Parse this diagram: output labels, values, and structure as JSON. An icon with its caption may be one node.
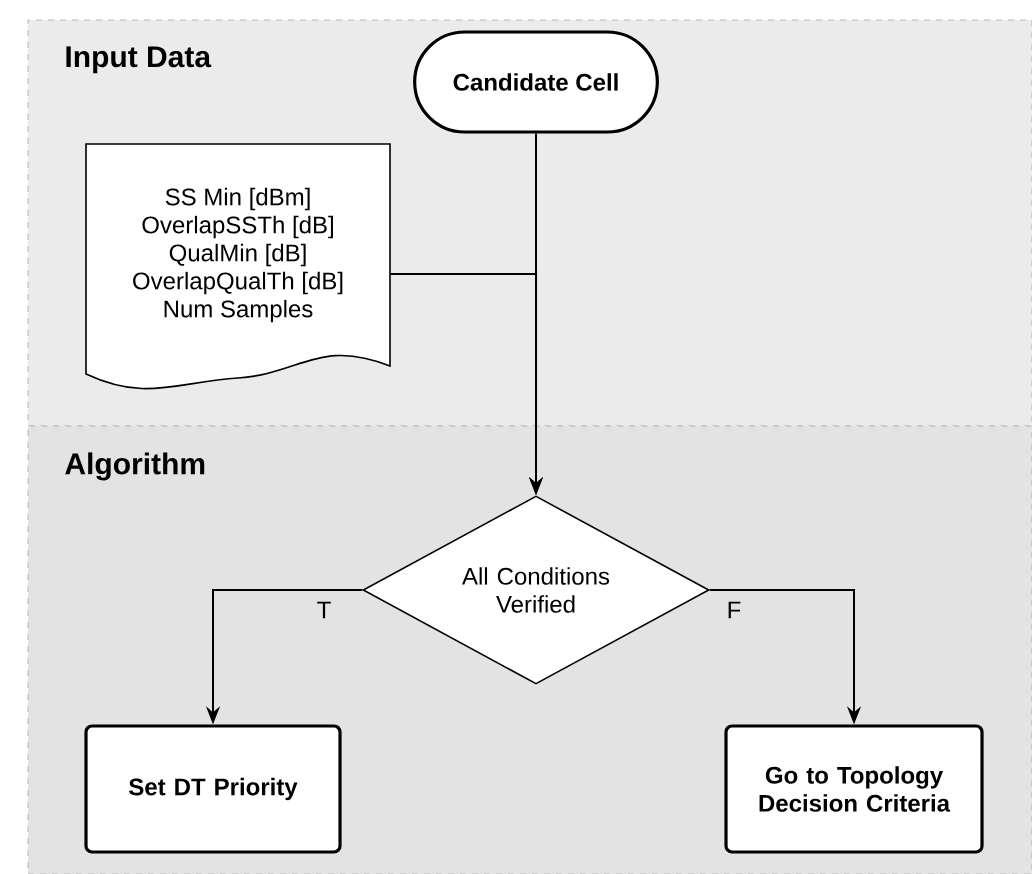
{
  "diagram": {
    "nodes": [
      {
        "text": [
          "Input Data"
        ]
      },
      {
        "text": [
          "Candidate Cell"
        ],
        "in": 0
      },
      {
        "text": [
          "SS Min [dBm]",
          "OverlapSSTh [dB]",
          "QualMin [dB]",
          "OverlapQualTh [dB]",
          "Num Samples"
        ],
        "in": 0
      },
      {
        "text": [
          "Algorithm"
        ]
      },
      {
        "text": [
          "All Conditions Verified"
        ],
        "in": 3
      },
      {
        "text": [
          "Set DT Priority"
        ],
        "in": 3
      },
      {
        "text": [
          "Go to Topology Decision Criteria"
        ],
        "in": 3
      }
    ],
    "edges": [
      {
        "from": 1,
        "to": 4,
        "arrow": "to"
      },
      {
        "from": 2,
        "to": 4,
        "arrow": "to"
      },
      {
        "from": 4,
        "to": 5,
        "arrow": "to",
        "label": "T"
      },
      {
        "from": 4,
        "to": 6,
        "arrow": "to",
        "label": "F"
      }
    ]
  }
}
